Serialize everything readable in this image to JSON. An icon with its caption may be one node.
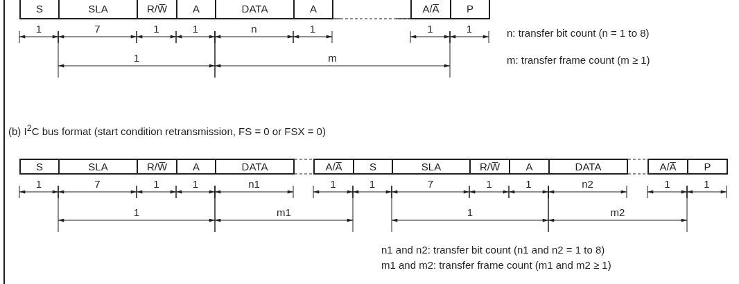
{
  "diagram": {
    "nodes": [
      {
        "text": [
          "S"
        ]
      },
      {
        "text": [
          "SLA"
        ]
      },
      {
        "text": [
          "R/W̅"
        ]
      },
      {
        "text": [
          "A"
        ]
      },
      {
        "text": [
          "DATA"
        ]
      },
      {
        "text": [
          "A"
        ]
      },
      {
        "text": [
          "A/A̅"
        ]
      },
      {
        "text": [
          "P"
        ]
      },
      {
        "text": [
          "S"
        ]
      },
      {
        "text": [
          "SLA"
        ]
      },
      {
        "text": [
          "R/W̅"
        ]
      },
      {
        "text": [
          "A"
        ]
      },
      {
        "text": [
          "DATA"
        ]
      },
      {
        "text": [
          "A/A̅"
        ]
      },
      {
        "text": [
          "S"
        ]
      },
      {
        "text": [
          "SLA"
        ]
      },
      {
        "text": [
          "R/W̅"
        ]
      },
      {
        "text": [
          "A"
        ]
      },
      {
        "text": [
          "DATA"
        ]
      },
      {
        "text": [
          "A/A̅"
        ]
      },
      {
        "text": [
          "P"
        ]
      }
    ],
    "edges": [],
    "labels": [
      "1",
      "7",
      "1",
      "1",
      "n",
      "1",
      "1",
      "1",
      "1",
      "m",
      "n: transfer bit count (n = 1 to 8)",
      "m: transfer frame count (m ≥ 1)",
      "(b)  I$^{2}$C bus  format (start condition retransmission, FS = 0 or FSX = 0)",
      "1",
      "7",
      "1",
      "1",
      "n1",
      "1",
      "1",
      "7",
      "1",
      "1",
      "n2",
      "1",
      "1",
      "1",
      "m1",
      "1",
      "m2",
      "n1 and n2: transfer bit count (n1 and n2 = 1 to 8)",
      "m1 and m2: transfer frame count (m1 and m2 ≥ 1)"
    ]
  }
}
